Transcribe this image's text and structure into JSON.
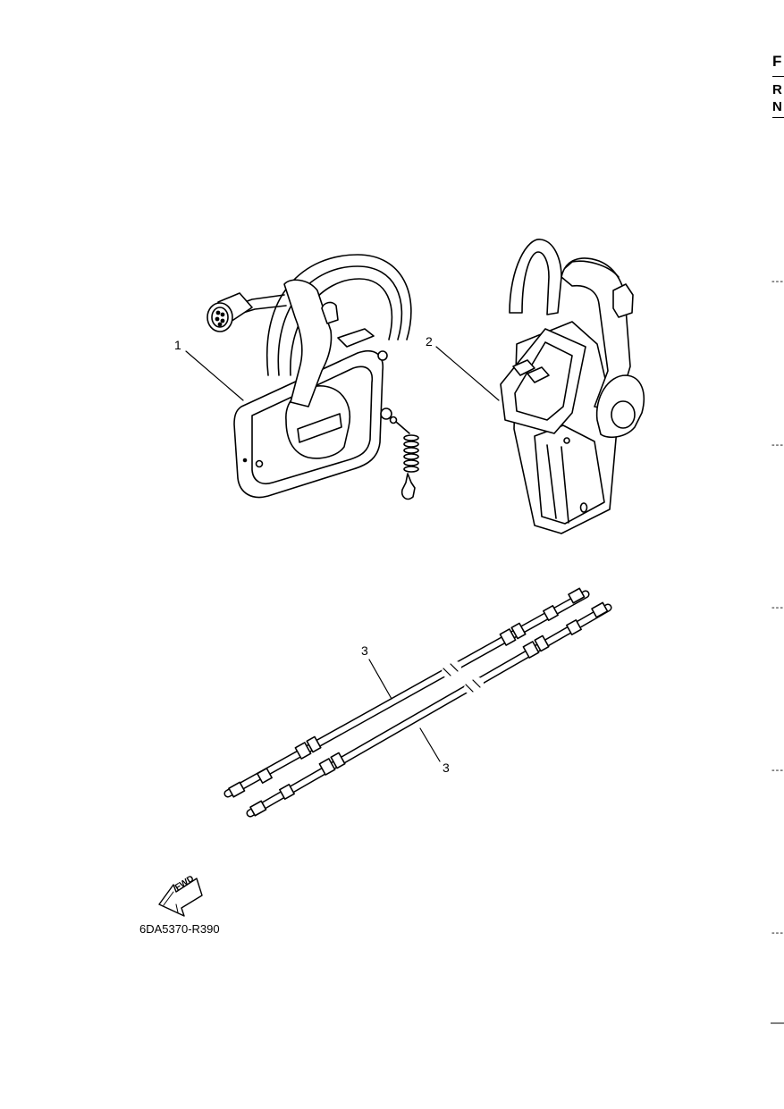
{
  "callouts": [
    {
      "id": "1",
      "text": "1"
    },
    {
      "id": "2",
      "text": "2"
    },
    {
      "id": "3a",
      "text": "3"
    },
    {
      "id": "3b",
      "text": "3"
    }
  ],
  "fwd_label": "FWD",
  "drawing_code": "6DA5370-R390",
  "edge_letters": [
    "F",
    "R",
    "N"
  ],
  "edge_dashes": [
    "---",
    "---",
    "---",
    "---",
    "---"
  ],
  "edge_bottom_mark": "—"
}
